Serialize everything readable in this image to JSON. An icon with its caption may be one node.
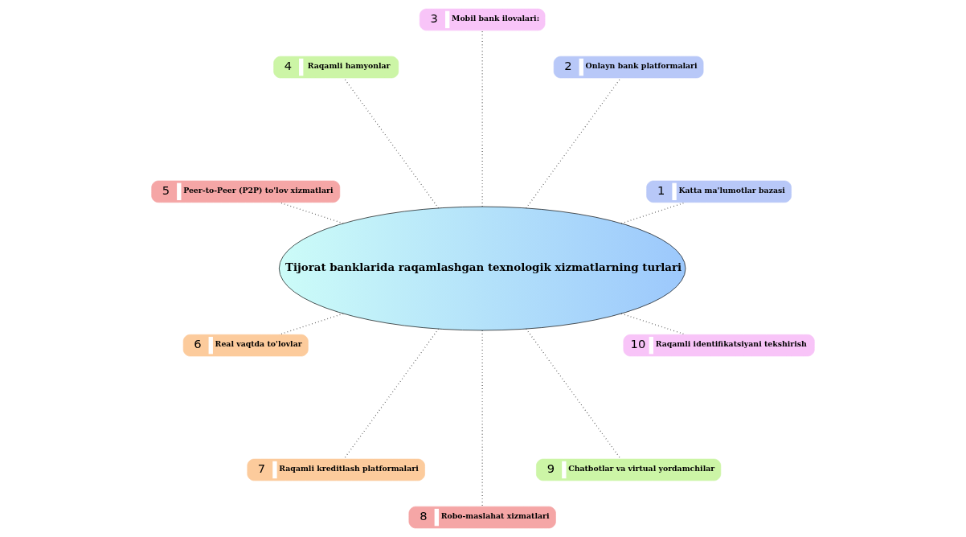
{
  "diagram": {
    "nodes": [
      {
        "text": [
          "Tijorat banklarida raqamlashgan texnologik xizmatlarning turlari"
        ]
      },
      {
        "text": [
          "1",
          "Katta ma'lumotlar bazasi"
        ]
      },
      {
        "text": [
          "2",
          "Onlayn bank platformalari"
        ]
      },
      {
        "text": [
          "3",
          "Mobil bank ilovalari:"
        ]
      },
      {
        "text": [
          "4",
          "Raqamli hamyonlar"
        ]
      },
      {
        "text": [
          "5",
          "Peer-to-Peer (P2P) to'lov xizmatlari"
        ]
      },
      {
        "text": [
          "6",
          "Real vaqtda to'lovlar"
        ]
      },
      {
        "text": [
          "7",
          "Raqamli kreditlash platformalari"
        ]
      },
      {
        "text": [
          "8",
          "Robo-maslahat xizmatlari"
        ]
      },
      {
        "text": [
          "9",
          "Chatbotlar va virtual yordamchilar"
        ]
      },
      {
        "text": [
          "10",
          "Raqamli identifikatsiyani tekshirish"
        ]
      }
    ],
    "edges": [
      {
        "from": 0,
        "to": 1,
        "arrow": "none",
        "style": "dashed"
      },
      {
        "from": 0,
        "to": 2,
        "arrow": "none",
        "style": "dashed"
      },
      {
        "from": 0,
        "to": 3,
        "arrow": "none",
        "style": "dashed"
      },
      {
        "from": 0,
        "to": 4,
        "arrow": "none",
        "style": "dashed"
      },
      {
        "from": 0,
        "to": 5,
        "arrow": "none",
        "style": "dashed"
      },
      {
        "from": 0,
        "to": 6,
        "arrow": "none",
        "style": "dashed"
      },
      {
        "from": 0,
        "to": 7,
        "arrow": "none",
        "style": "dashed"
      },
      {
        "from": 0,
        "to": 8,
        "arrow": "none",
        "style": "dashed"
      },
      {
        "from": 0,
        "to": 9,
        "arrow": "none",
        "style": "dashed"
      },
      {
        "from": 0,
        "to": 10,
        "arrow": "none",
        "style": "dashed"
      }
    ]
  }
}
